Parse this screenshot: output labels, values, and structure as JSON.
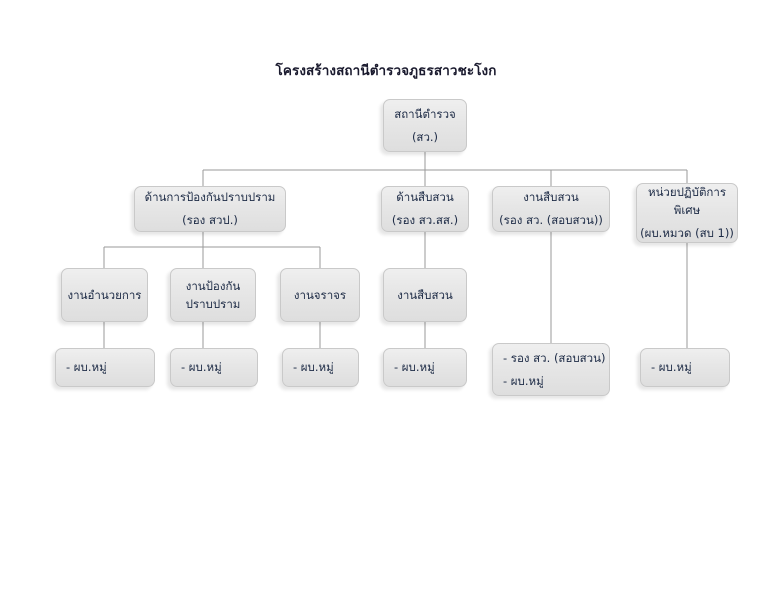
{
  "diagram": {
    "title": "โครงสร้างสถานีตำรวจภูธรสาวชะโงก",
    "type": "organizational-chart",
    "colors": {
      "node_fill": "#e6e6e6",
      "node_border": "#c9c9c9",
      "text": "#1c2a45",
      "connector": "#9a9a9a",
      "background": "#ffffff"
    },
    "nodes": {
      "root": {
        "line1": "สถานีตำรวจ",
        "line2": "(สว.)"
      },
      "level2": [
        {
          "id": "prevention",
          "line1": "ด้านการป้องกันปราบปราม",
          "line2": "(รอง สวป.)"
        },
        {
          "id": "investigation-div",
          "line1": "ด้านสืบสวน",
          "line2": "(รอง สว.สส.)"
        },
        {
          "id": "inquiry-work",
          "line1": "งานสืบสวน",
          "line2": "(รอง สว. (สอบสวน))"
        },
        {
          "id": "special-ops",
          "line1": "หน่วยปฏิบัติการ",
          "line2": "พิเศษ",
          "line3": "(ผบ.หมวด (สบ 1))"
        }
      ],
      "level3": [
        {
          "id": "administration",
          "line1": "งานอำนวยการ"
        },
        {
          "id": "crime-prevention",
          "line1": "งานป้องกัน",
          "line2": "ปราบปราม"
        },
        {
          "id": "traffic",
          "line1": "งานจราจร"
        },
        {
          "id": "detective",
          "line1": "งานสืบสวน"
        }
      ],
      "level4": [
        {
          "id": "leaf-administration",
          "line1": "- ผบ.หมู่"
        },
        {
          "id": "leaf-crime-prevention",
          "line1": "- ผบ.หมู่"
        },
        {
          "id": "leaf-traffic",
          "line1": "- ผบ.หมู่"
        },
        {
          "id": "leaf-detective",
          "line1": "- ผบ.หมู่"
        },
        {
          "id": "leaf-inquiry",
          "line1": "- รอง สว. (สอบสวน)",
          "line2": "- ผบ.หมู่"
        },
        {
          "id": "leaf-special-ops",
          "line1": "- ผบ.หมู่"
        }
      ]
    }
  }
}
